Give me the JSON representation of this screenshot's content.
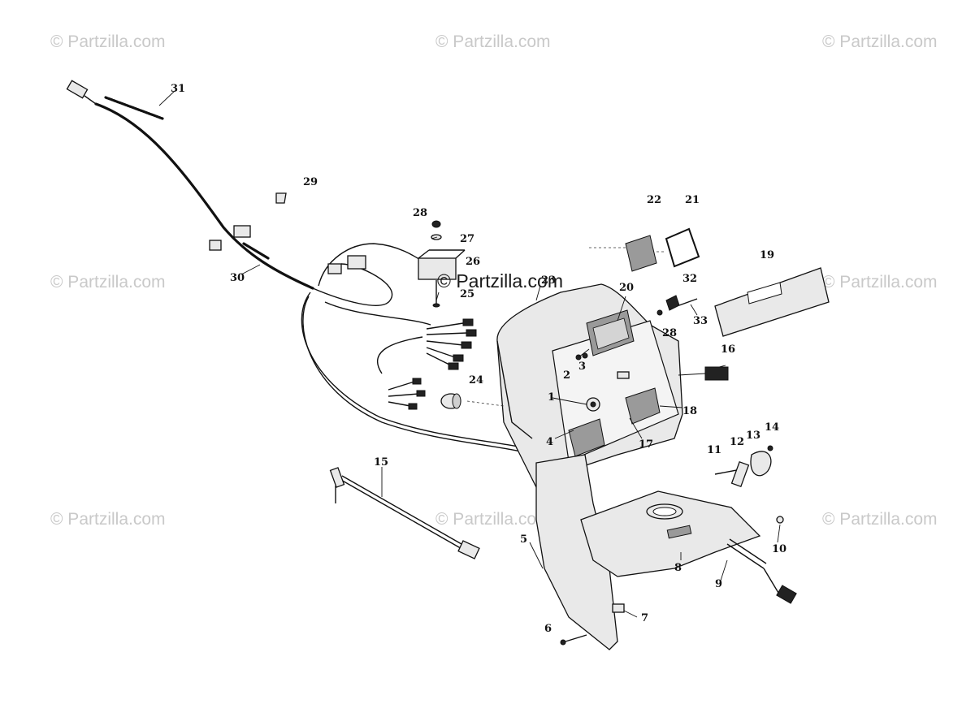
{
  "watermarks": [
    {
      "id": "tl",
      "text": "© Partzilla.com"
    },
    {
      "id": "tc",
      "text": "© Partzilla.com"
    },
    {
      "id": "tr",
      "text": "© Partzilla.com"
    },
    {
      "id": "ml",
      "text": "© Partzilla.com"
    },
    {
      "id": "mc",
      "text": "© Partzilla.com"
    },
    {
      "id": "mr",
      "text": "© Partzilla.com"
    },
    {
      "id": "bl",
      "text": "© Partzilla.com"
    },
    {
      "id": "bc",
      "text": "© Partzilla.com"
    },
    {
      "id": "br",
      "text": "© Partzilla.com"
    }
  ],
  "callouts": [
    "1",
    "2",
    "3",
    "4",
    "5",
    "6",
    "7",
    "8",
    "9",
    "10",
    "11",
    "12",
    "13",
    "14",
    "15",
    "16",
    "17",
    "18",
    "19",
    "20",
    "21",
    "22",
    "23",
    "24",
    "25",
    "26",
    "27",
    "28",
    "28",
    "29",
    "30",
    "31",
    "32",
    "33"
  ]
}
